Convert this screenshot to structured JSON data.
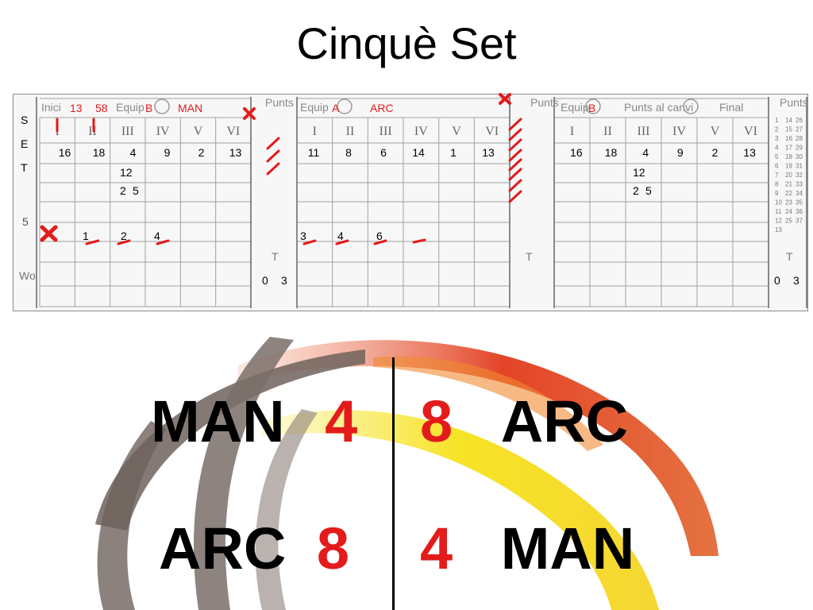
{
  "title": "Cinquè Set",
  "header": {
    "inici_label": "Inici",
    "equip_label": "Equip",
    "punts_label": "Punts",
    "punts_canvi_label": "Punts al canvi",
    "final_label": "Final",
    "set_label": "SET",
    "set_number": "5",
    "wo_label": "Wo",
    "t_label": "T",
    "rotation_labels": [
      "I",
      "II",
      "III",
      "IV",
      "V",
      "VI"
    ]
  },
  "left_sheet": {
    "start_time": [
      "13",
      "58"
    ],
    "team_side": "B",
    "team_name": "MAN",
    "starters": [
      "16",
      "18",
      "4",
      "9",
      "2",
      "13"
    ],
    "sub_player": "12",
    "sub_score": [
      "2",
      "5"
    ],
    "timeouts_row": [
      "1",
      "2",
      "4"
    ],
    "bottom_score": [
      "0",
      "3"
    ]
  },
  "middle_sheet": {
    "team_side": "A",
    "team_name": "ARC",
    "starters": [
      "11",
      "8",
      "6",
      "14",
      "1",
      "13"
    ],
    "timeouts_row": [
      "3",
      "4",
      "6"
    ]
  },
  "right_sheet": {
    "team_side": "B",
    "starters": [
      "16",
      "18",
      "4",
      "9",
      "2",
      "13"
    ],
    "sub_player": "12",
    "sub_score": [
      "2",
      "5"
    ],
    "bottom_score": [
      "0",
      "3"
    ],
    "points_column": [
      "1",
      "14",
      "26",
      "2",
      "15",
      "27",
      "3",
      "16",
      "28",
      "4",
      "17",
      "29",
      "5",
      "18",
      "30",
      "6",
      "19",
      "31",
      "7",
      "20",
      "32",
      "8",
      "21",
      "33",
      "9",
      "22",
      "34",
      "10",
      "23",
      "35",
      "11",
      "24",
      "36",
      "12",
      "25",
      "37",
      "13"
    ]
  },
  "scores": {
    "row1": {
      "left_team": "MAN",
      "left_points": "4",
      "right_points": "8",
      "right_team": "ARC"
    },
    "row2": {
      "left_team": "ARC",
      "left_points": "8",
      "right_points": "4",
      "right_team": "MAN"
    }
  },
  "colors": {
    "accent_red": "#e31b1b",
    "sheet_line": "#9a9a9a",
    "logo_brown": "#6e625c",
    "logo_red": "#e23a1c",
    "logo_yellow": "#f6e21a"
  }
}
